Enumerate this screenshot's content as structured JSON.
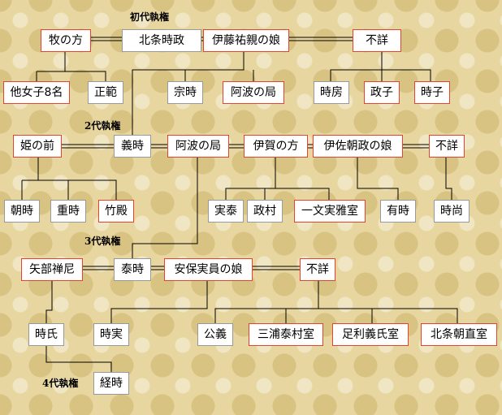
{
  "generation_labels": {
    "gen1": "初代執権",
    "gen2": "2代執権",
    "gen3": "3代執権",
    "gen4": "4代執権"
  },
  "colors": {
    "line": "#000000",
    "male_border": "#999999",
    "female_border": "#e8412c",
    "box_fill": "#ffffff"
  },
  "people": {
    "maki_no_kata": "牧の方",
    "hojo_tokimasa": "北条時政",
    "ito_sukechika_daughter": "伊藤祐親の娘",
    "unknown_1": "不詳",
    "other_daughters": "他女子8名",
    "masanori": "正範",
    "munetoki": "宗時",
    "awa_no_tsubone_1": "阿波の局",
    "tokifusa": "時房",
    "masako": "政子",
    "tokiko": "時子",
    "hime_no_mae": "姫の前",
    "yoshitoki": "義時",
    "awa_no_tsubone_2": "阿波の局",
    "iga_no_kata": "伊賀の方",
    "isa_tomomasa_daughter": "伊佐朝政の娘",
    "unknown_2": "不詳",
    "tomotoki": "朝時",
    "shigetoki": "重時",
    "takedono": "竹殿",
    "saneyasu": "実泰",
    "masamura": "政村",
    "ichijo_sanemasa_wife": "一文実雅室",
    "aritoki": "有時",
    "tokinao": "時尚",
    "yabe_zenni": "矢部禅尼",
    "yasutoki": "泰時",
    "abo_sanemori_daughter": "安保実員の娘",
    "unknown_3": "不詳",
    "tokiuji": "時氏",
    "tokizane": "時実",
    "kugi": "公義",
    "miura_yasumura_wife": "三浦泰村室",
    "ashikaga_yoshiuji_wife": "足利義氏室",
    "hojo_tomonao_wife": "北条朝直室",
    "tsunetoki": "経時"
  }
}
